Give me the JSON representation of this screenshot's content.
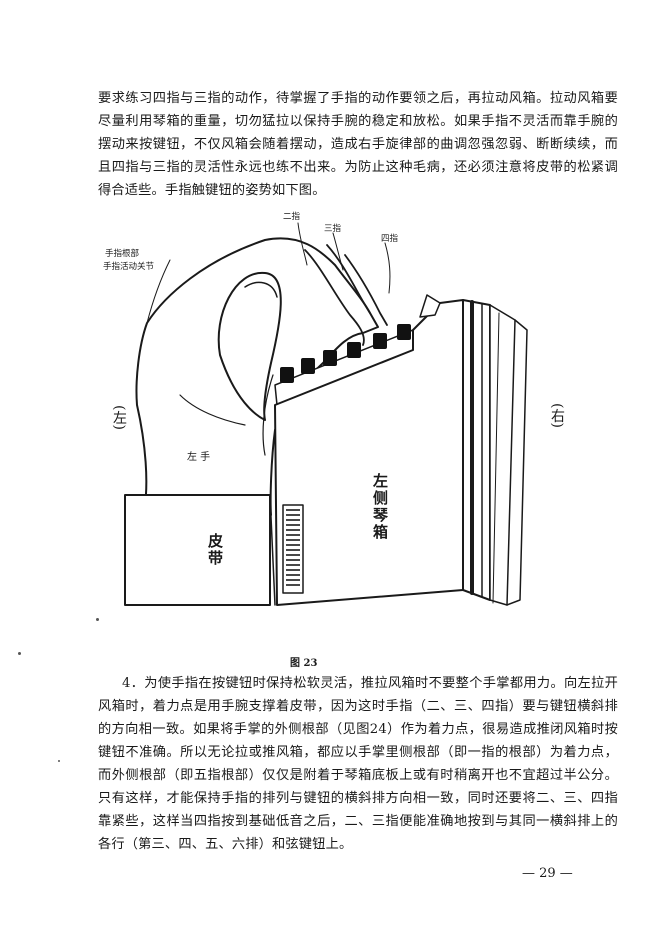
{
  "paragraphs": {
    "top": "要求练习四指与三指的动作，待掌握了手指的动作要领之后，再拉动风箱。拉动风箱要尽量利用琴箱的重量，切勿猛拉以保持手腕的稳定和放松。如果手指不灵活而靠手腕的摆动来按键钮，不仅风箱会随着摆动，造成右手旋律部的曲调忽强忽弱、断断续续，而且四指与三指的灵活性永远也练不出来。为防止这种毛病，还必须注意将皮带的松紧调得合适些。手指触键钮的姿势如下图。",
    "bottom": "4．为使手指在按键钮时保持松软灵活，推拉风箱时不要整个手掌都用力。向左拉开风箱时，着力点是用手腕支撑着皮带，因为这时手指（二、三、四指）要与键钮横斜排的方向相一致。如果将手掌的外侧根部（见图24）作为着力点，很易造成推闭风箱时按键钮不准确。所以无论拉或推风箱，都应以手掌里侧根部（即一指的根部）为着力点，而外侧根部（即五指根部）仅仅是附着于琴箱底板上或有时稍离开也不宜超过半公分。只有这样，才能保持手指的排列与键钮的横斜排方向相一致，同时还要将二、三、四指靠紧些，这样当四指按到基础低音之后，二、三指便能准确地按到与其同一横斜排上的各行（第三、四、五、六排）和弦键钮上。"
  },
  "figure": {
    "labels": {
      "finger2": "二指",
      "finger3": "三指",
      "finger4": "四指",
      "joint_line1": "手指根部",
      "joint_line2": "手指活动关节",
      "left_side": "(左)",
      "right_side": "(右)",
      "left_hand": "左  手",
      "strap": "皮带",
      "bass_box": "左侧琴箱"
    },
    "caption": "图  23"
  },
  "page_number": "— 29 —"
}
